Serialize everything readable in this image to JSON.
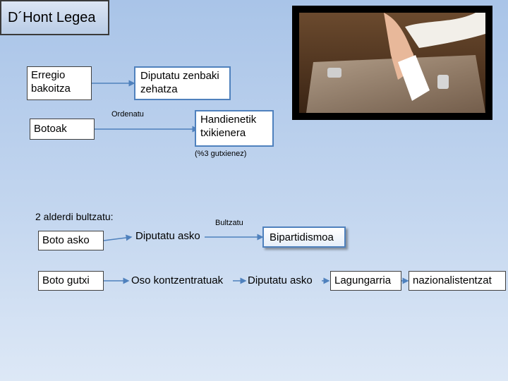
{
  "title": "D´Hont Legea",
  "top": {
    "erregio": "Erregio bakoitza",
    "diputatu_zenbaki": "Diputatu zenbaki zehatza",
    "ordenatu": "Ordenatu",
    "botoak": "Botoak",
    "handienetik": "Handienetik txikienera",
    "gutxienez": "(%3 gutxienez)"
  },
  "bottom": {
    "heading": "2 alderdi bultzatu:",
    "bultzatu": "Bultzatu",
    "row1": {
      "boto": "Boto asko",
      "diputatu": "Diputatu asko",
      "result": "Bipartidismoa"
    },
    "row2": {
      "boto": "Boto gutxi",
      "oso": "Oso kontzentratuak",
      "diputatu": "Diputatu asko",
      "lagungarria": "Lagungarria",
      "nazionalistentzat": "nazionalistentzat"
    }
  },
  "colors": {
    "connector": "#4f81bd",
    "background_top": "#a9c4e8",
    "background_bottom": "#dde8f6"
  }
}
